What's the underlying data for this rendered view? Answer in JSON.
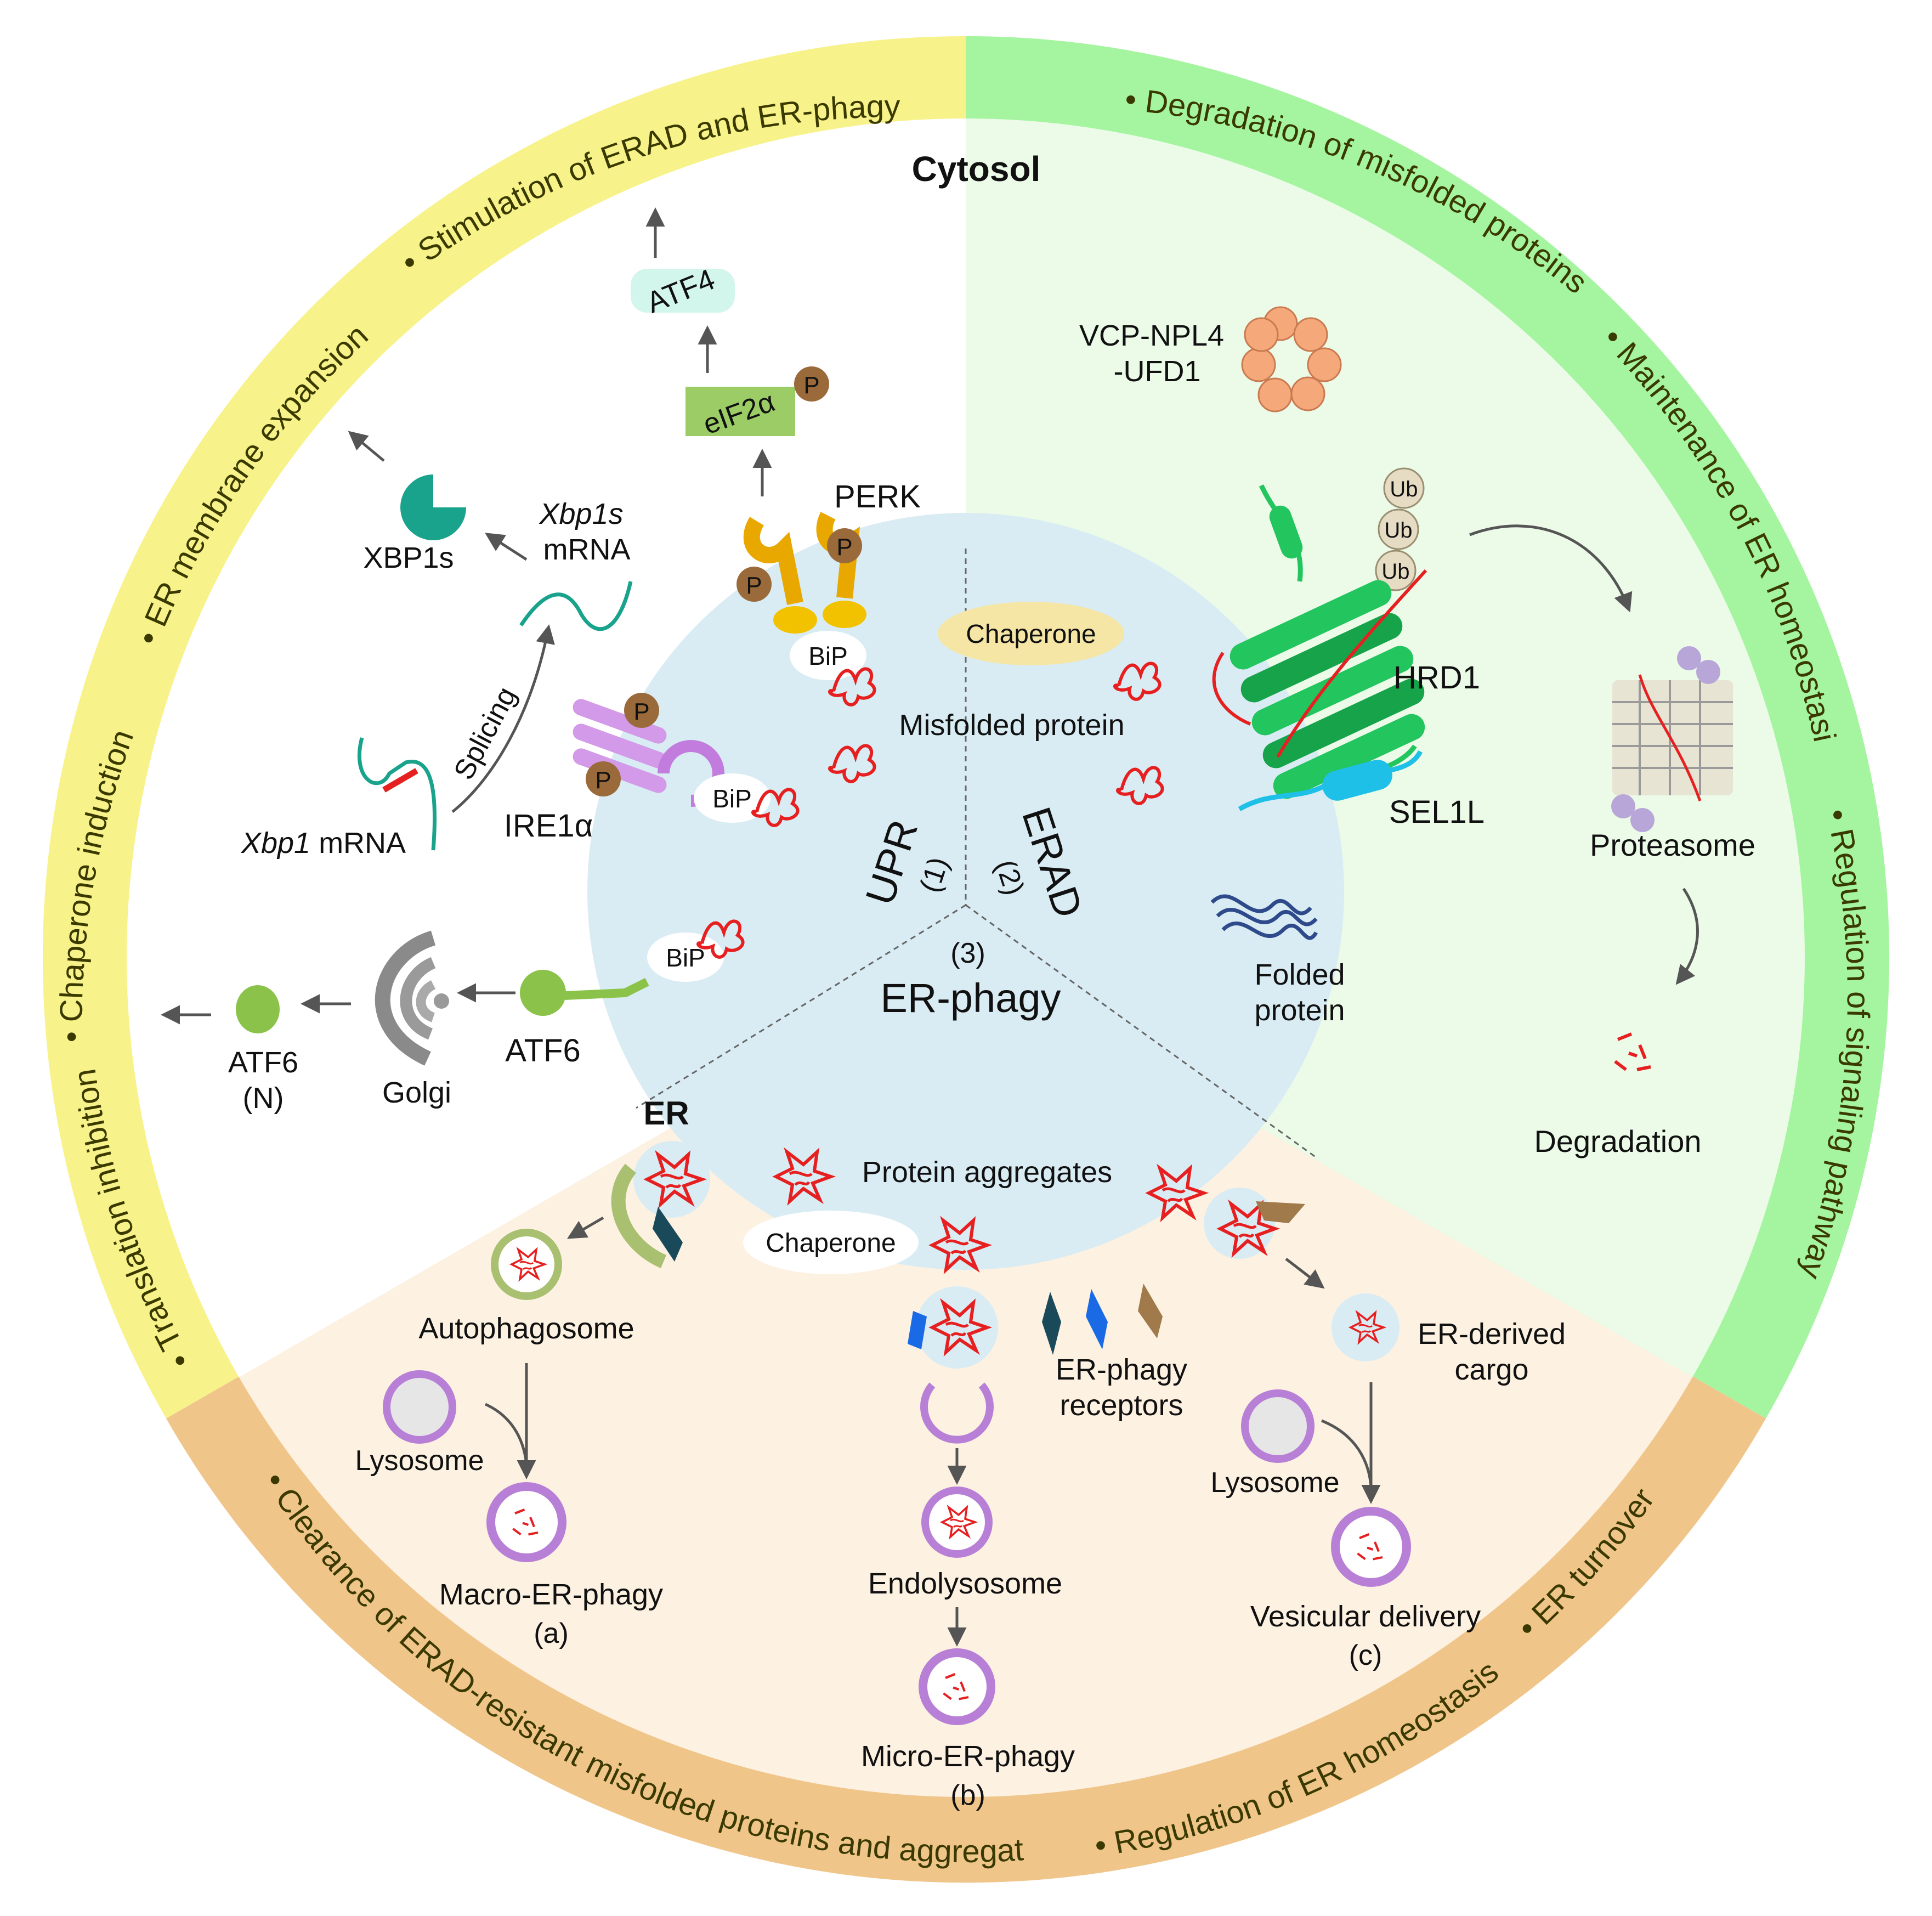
{
  "title": "Cytosol",
  "er_label": "ER",
  "colors": {
    "upr": "#f7f28a",
    "erad": "#a5f5a0",
    "erphagy": "#f0c58a",
    "er_lumen": "#d9ecf3",
    "misfolded": "#e62020",
    "arrow": "#555555"
  },
  "ring": {
    "upr": [
      "Stimulation of ERAD and ER-phagy",
      "ER membrane expansion",
      "Chaperone induction",
      "Translation inhibition"
    ],
    "erad": [
      "Degradation of misfolded proteins",
      "Maintenance of ER homeostasis",
      "Regulation of signaling pathway"
    ],
    "erphagy": [
      "Clearance of ERAD-resistant misfolded proteins and aggregates",
      "Regulation of ER homeostasis",
      "ER turnover"
    ]
  },
  "sectors": {
    "upr": {
      "name": "UPR",
      "num": "(1)"
    },
    "erad": {
      "name": "ERAD",
      "num": "(2)"
    },
    "erphagy": {
      "name": "ER-phagy",
      "num": "(3)"
    }
  },
  "upr": {
    "atf4": "ATF4",
    "eif2a": "eIF2α",
    "perk": "PERK",
    "p": "P",
    "bip": "BiP",
    "xbp1s": "XBP1s",
    "xbp1s_mrna_italic": "Xbp1s",
    "mrna": "mRNA",
    "xbp1_mrna_italic": "Xbp1",
    "splicing": "Splicing",
    "ire1a": "IRE1α",
    "atf6": "ATF6",
    "atf6n": "ATF6",
    "atf6n_sub": "(N)",
    "golgi": "Golgi"
  },
  "lumen": {
    "chaperone": "Chaperone",
    "misfolded_protein": "Misfolded protein",
    "folded_protein_1": "Folded",
    "folded_protein_2": "protein",
    "protein_aggregates": "Protein aggregates"
  },
  "erad": {
    "vcp_1": "VCP-NPL4",
    "vcp_2": "-UFD1",
    "ub": "Ub",
    "hrd1": "HRD1",
    "sel1l": "SEL1L",
    "proteasome": "Proteasome",
    "degradation": "Degradation"
  },
  "erphagy": {
    "autophagosome": "Autophagosome",
    "lysosome": "Lysosome",
    "macro": "Macro-ER-phagy",
    "macro_tag": "(a)",
    "receptors_1": "ER-phagy",
    "receptors_2": "receptors",
    "endolysosome": "Endolysosome",
    "micro": "Micro-ER-phagy",
    "micro_tag": "(b)",
    "er_derived_1": "ER-derived",
    "er_derived_2": "cargo",
    "vesicular": "Vesicular delivery",
    "vesicular_tag": "(c)"
  }
}
